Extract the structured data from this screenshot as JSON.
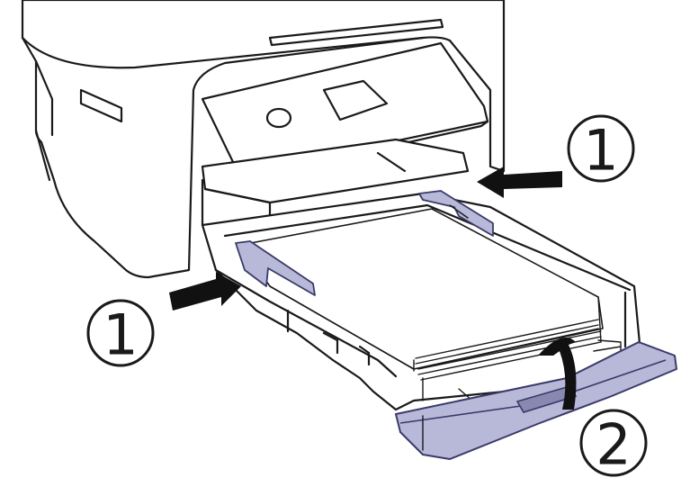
{
  "steps": [
    {
      "id": "guide-right",
      "number": "1"
    },
    {
      "id": "guide-left",
      "number": "1"
    },
    {
      "id": "insert-cassette",
      "number": "2"
    }
  ],
  "colors": {
    "outline": "#1a1a1a",
    "highlight": "#b8b8d8",
    "highlight_stroke": "#3a3a6a",
    "arrow": "#111111",
    "background": "#ffffff"
  },
  "icons": [
    "push-arrow-icon",
    "curved-arrow-icon"
  ]
}
